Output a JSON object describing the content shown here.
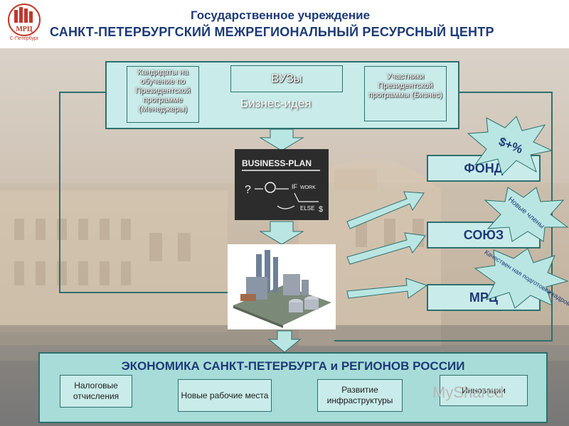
{
  "header": {
    "logo_text": "МРЦ",
    "logo_city": "С-Петербург",
    "line1": "Государственное учреждение",
    "line2": "САНКТ-ПЕТЕРБУРГСКИЙ МЕЖРЕГИОНАЛЬНЫЙ РЕСУРСНЫЙ ЦЕНТР"
  },
  "top_panel": {
    "candidates": "Кандидаты на обучение по Президентской программе (Менеджеры)",
    "vuzy": "ВУЗы",
    "business_idea": "Бизнес-идея",
    "participants": "Участники Президентской программы (Бизнес)"
  },
  "business_plan": {
    "title": "BUSINESS-PLAN",
    "if_text": "IF",
    "work_text": "WORK",
    "else_text": "ELSE"
  },
  "organizations": {
    "fond": "ФОНД",
    "soyuz": "СОЮЗ",
    "mrc": "МРЦ"
  },
  "bursts": {
    "money": "$+%",
    "members": "Новые члены",
    "training": "Качествен ная подготовка кадров"
  },
  "economy": {
    "title": "ЭКОНОМИКА САНКТ-ПЕТЕРБУРГА и РЕГИОНОВ РОССИИ",
    "items": [
      "Налоговые отчисления",
      "Новые рабочие места",
      "Развитие инфраструктуры",
      "Инновации"
    ]
  },
  "watermark": "MyShared",
  "colors": {
    "title_blue": "#1d3a78",
    "box_fill": "#c9ecea",
    "box_border": "#2e6f6d",
    "arrow_fill": "#b9e6e3"
  }
}
